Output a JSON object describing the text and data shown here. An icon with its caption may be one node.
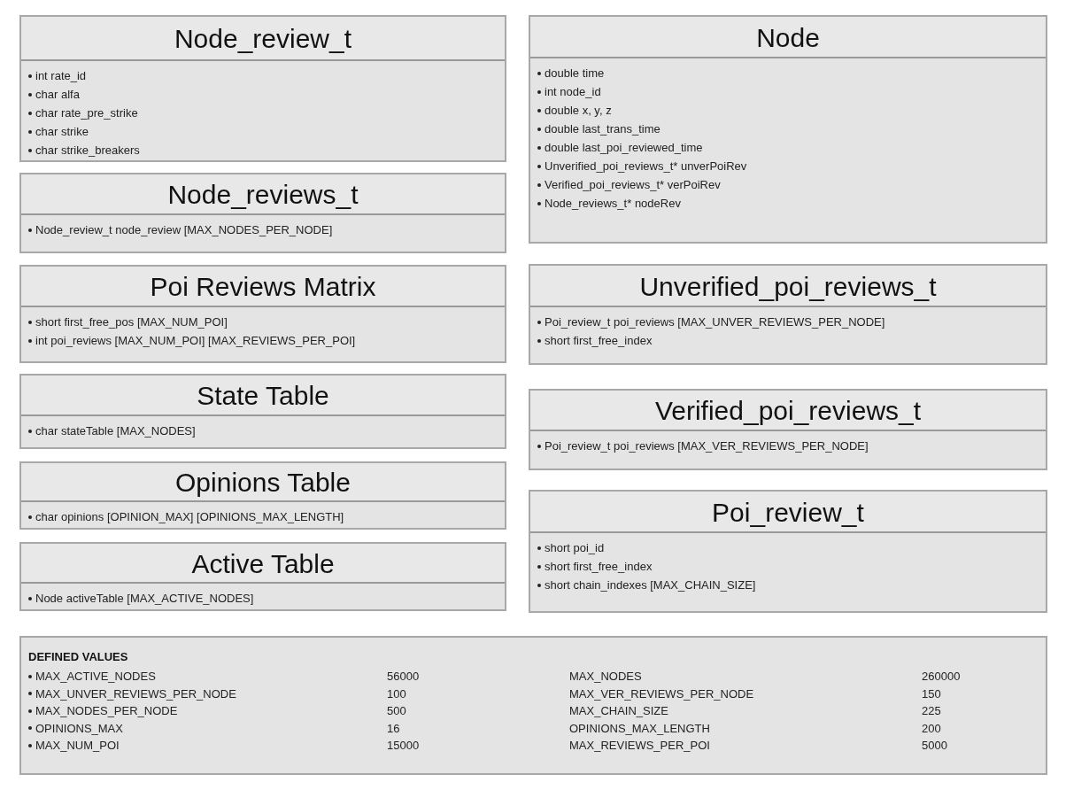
{
  "diagram": {
    "nodes": [
      {
        "text": [
          "Node_review_t",
          "int rate_id",
          "char alfa",
          "char rate_pre_strike",
          "char strike",
          "char strike_breakers"
        ]
      },
      {
        "text": [
          "Node_reviews_t",
          "Node_review_t node_review [MAX_NODES_PER_NODE]"
        ]
      },
      {
        "text": [
          "Poi Reviews Matrix",
          "short first_free_pos [MAX_NUM_POI]",
          "int poi_reviews [MAX_NUM_POI] [MAX_REVIEWS_PER_POI]"
        ]
      },
      {
        "text": [
          "State Table",
          "char stateTable [MAX_NODES]"
        ]
      },
      {
        "text": [
          "Opinions Table",
          "char opinions [OPINION_MAX] [OPINIONS_MAX_LENGTH]"
        ]
      },
      {
        "text": [
          "Active Table",
          "Node activeTable [MAX_ACTIVE_NODES]"
        ]
      },
      {
        "text": [
          "Node",
          "double time",
          "int node_id",
          "double x, y, z",
          "double last_trans_time",
          "double last_poi_reviewed_time",
          "Unverified_poi_reviews_t* unverPoiRev",
          "Verified_poi_reviews_t* verPoiRev",
          "Node_reviews_t* nodeRev"
        ]
      },
      {
        "text": [
          "Unverified_poi_reviews_t",
          "Poi_review_t poi_reviews [MAX_UNVER_REVIEWS_PER_NODE]",
          "short first_free_index"
        ]
      },
      {
        "text": [
          "Verified_poi_reviews_t",
          "Poi_review_t poi_reviews [MAX_VER_REVIEWS_PER_NODE]"
        ]
      },
      {
        "text": [
          "Poi_review_t",
          "short poi_id",
          "short first_free_index",
          "short chain_indexes [MAX_CHAIN_SIZE]"
        ]
      },
      {
        "text": [
          "DEFINED VALUES",
          "MAX_ACTIVE_NODES",
          "56000",
          "MAX_NODES",
          "260000",
          "MAX_UNVER_REVIEWS_PER_NODE",
          "100",
          "MAX_VER_REVIEWS_PER_NODE",
          "150",
          "MAX_NODES_PER_NODE",
          "500",
          "MAX_CHAIN_SIZE",
          "225",
          "OPINIONS_MAX",
          "16",
          "OPINIONS_MAX_LENGTH",
          "200",
          "MAX_NUM_POI",
          "15000",
          "MAX_REVIEWS_PER_POI",
          "5000"
        ]
      }
    ],
    "edges": []
  }
}
